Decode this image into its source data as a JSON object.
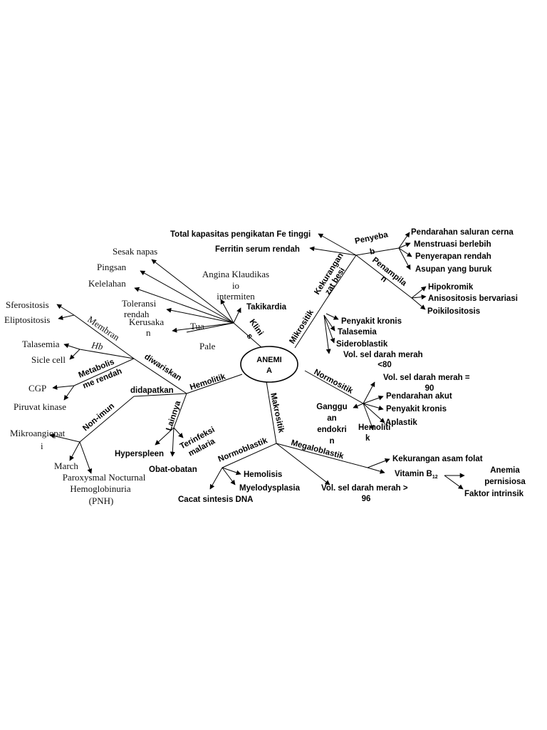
{
  "center": {
    "line1": "ANEMI",
    "line2": "A"
  },
  "branches": {
    "mikrositik": "Mikrositik",
    "normositik": "Normositik",
    "makrositik": "Makrositik",
    "hemolitik": "Hemolitik",
    "klinis": {
      "line1": "Klini",
      "line2": "s"
    },
    "kekurangan_zat_besi": {
      "line1": "Kekurangan",
      "line2": "zat besi"
    },
    "penyebab": {
      "line1": "Penyeba",
      "line2": "b"
    },
    "penampilan": {
      "line1": "Penampila",
      "line2": "n"
    },
    "diwariskan": "diwariskan",
    "didapatkan": "didapatkan",
    "membran": "Membran",
    "hb": "Hb",
    "metabolisme_rendah": {
      "line1": "Metabolis",
      "line2": "me rendah"
    },
    "non_imun": "Non-imun",
    "lainnya": "Lainnya",
    "normoblastik": "Normoblastik",
    "megaloblastik": "Megaloblastik"
  },
  "leaves": {
    "total_kapasitas": "Total kapasitas pengikatan Fe tinggi",
    "ferritin": "Ferritin serum rendah",
    "pendarahan_saluran": "Pendarahan saluran cerna",
    "menstruasi": "Menstruasi berlebih",
    "penyerapan": "Penyerapan rendah",
    "asupan": "Asupan yang buruk",
    "hipokromik": "Hipokromik",
    "anisositosis": "Anisositosis bervariasi",
    "poikilositosis": "Poikilositosis",
    "penyakit_kronis_mikro": "Penyakit kronis",
    "talasemia_mikro": "Talasemia",
    "sideroblastik": "Sideroblastik",
    "vol_80": {
      "line1": "Vol. sel darah merah",
      "line2": "<80"
    },
    "vol_90": {
      "line1": "Vol. sel darah merah =",
      "line2": "90"
    },
    "pendarahan_akut": "Pendarahan akut",
    "penyakit_kronis_normo": "Penyakit kronis",
    "aplastik": "Aplastik",
    "hemolitik_normo": {
      "line1": "Hemoliti",
      "line2": "k"
    },
    "gangguan_endokrin": {
      "line1": "Ganggu",
      "line2": "an",
      "line3": "endokri",
      "line4": "n"
    },
    "sesak_napas": "Sesak napas",
    "pingsan": "Pingsan",
    "kelelahan": "Kelelahan",
    "angina": {
      "line1": "Angina Klaudikas",
      "line2": "io",
      "line3": "intermiten"
    },
    "takikardia": "Takikardia",
    "toleransi": {
      "line1": "Toleransi",
      "line2": "rendah"
    },
    "kerusakan": {
      "line1": "Kerusaka",
      "line2": "n"
    },
    "tua": "Tua",
    "pale": "Pale",
    "sferositosis": "Sferositosis",
    "eliptositosis": "Eliptositosis",
    "talasemia_hb": "Talasemia",
    "sicle_cell": "Sicle cell",
    "cgp": "CGP",
    "piruvat_kinase": "Piruvat kinase",
    "mikroangiopati": {
      "line1": "Mikroangiopat",
      "line2": "i"
    },
    "march": "March",
    "pnh": {
      "line1": "Paroxysmal Nocturnal",
      "line2": "Hemoglobinuria",
      "line3": "(PNH)"
    },
    "hyperspleen": "Hyperspleen",
    "terinfeksi_malaria": {
      "line1": "Terinfeksi",
      "line2": "malaria"
    },
    "obat_obatan": "Obat-obatan",
    "hemolisis": "Hemolisis",
    "myelodysplasia": "Myelodysplasia",
    "cacat_sintesis": "Cacat sintesis DNA",
    "vol_96": {
      "line1": "Vol. sel darah merah >",
      "line2": "96"
    },
    "kekurangan_asam_folat": "Kekurangan asam folat",
    "vitamin_b12": {
      "text": "Vitamin B",
      "sub": "12"
    },
    "anemia_pernisiosa": {
      "line1": "Anemia",
      "line2": "pernisiosa"
    },
    "faktor_intrinsik": "Faktor intrinsik"
  }
}
